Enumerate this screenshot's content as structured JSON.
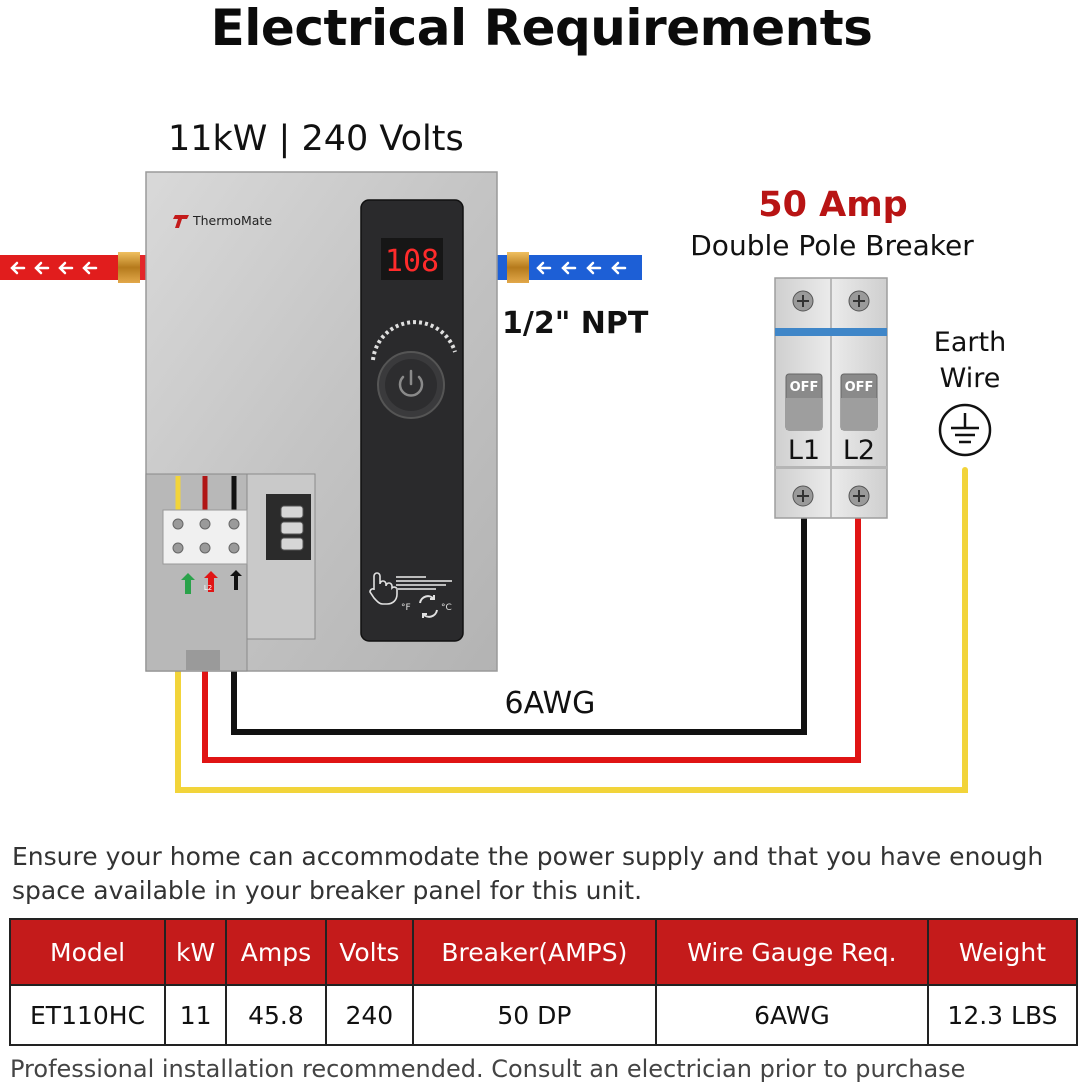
{
  "title": "Electrical Requirements",
  "heater": {
    "spec_label": "11kW | 240 Volts",
    "brand": "ThermoMate",
    "display_temp": "108",
    "pipe_label": "1/2\" NPT",
    "panel_f": "°F",
    "panel_c": "°C",
    "terminal_l2": "L2"
  },
  "breaker": {
    "amp_label": "50 Amp",
    "type_label": "Double Pole Breaker",
    "switch_1_state": "OFF",
    "switch_2_state": "OFF",
    "pole_1": "L1",
    "pole_2": "L2"
  },
  "earth": {
    "label": "Earth Wire"
  },
  "wiring": {
    "gauge_label": "6AWG"
  },
  "notice": "Ensure your home can accommodate the power supply and that you have enough space available in your breaker panel for this unit.",
  "table": {
    "headers": [
      "Model",
      "kW",
      "Amps",
      "Volts",
      "Breaker(AMPS)",
      "Wire Gauge Req.",
      "Weight"
    ],
    "rows": [
      [
        "ET110HC",
        "11",
        "45.8",
        "240",
        "50 DP",
        "6AWG",
        "12.3 LBS"
      ]
    ]
  },
  "footer": "Professional installation recommended. Consult an electrician prior to purchase",
  "colors": {
    "accent_red": "#c41b1b",
    "hot_pipe": "#e11d1d",
    "cold_pipe": "#1d5fd6",
    "wire_black": "#111111",
    "wire_red": "#e01414",
    "wire_yellow": "#f2d43a"
  }
}
